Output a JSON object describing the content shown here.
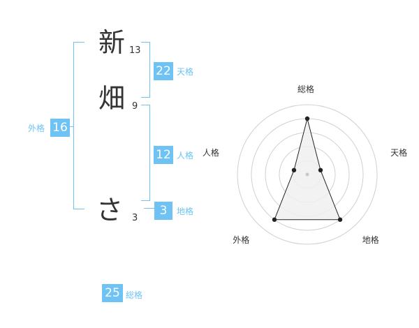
{
  "name": {
    "chars": [
      {
        "char": "新",
        "strokes": "13"
      },
      {
        "char": "畑",
        "strokes": "9"
      },
      {
        "char": "さ",
        "strokes": "3"
      }
    ]
  },
  "fortune": {
    "tenkaku": {
      "value": "22",
      "label": "天格"
    },
    "jinkaku": {
      "value": "12",
      "label": "人格"
    },
    "chikaku": {
      "value": "3",
      "label": "地格"
    },
    "gaikaku": {
      "value": "16",
      "label": "外格"
    },
    "soukaku": {
      "value": "25",
      "label": "総格"
    }
  },
  "colors": {
    "accent": "#6ec3f4",
    "text": "#333333",
    "radar_fill": "#f0f0f0",
    "radar_grid": "#d0d0d0",
    "radar_line": "#222222"
  },
  "chart_data": {
    "type": "radar",
    "axes": [
      "総格",
      "天格",
      "地格",
      "外格",
      "人格"
    ],
    "values": [
      4,
      1,
      4,
      4,
      1
    ],
    "max": 5,
    "rings": 5
  }
}
